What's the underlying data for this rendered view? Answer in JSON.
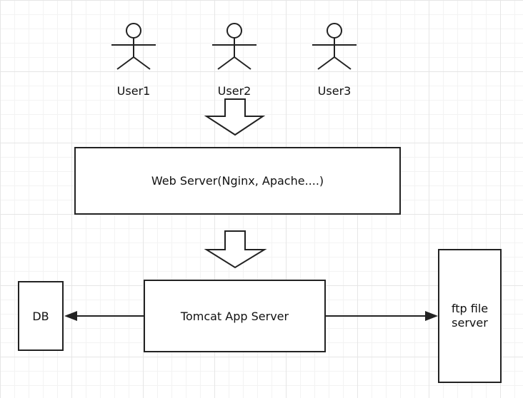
{
  "actors": [
    {
      "label": "User1"
    },
    {
      "label": "User2"
    },
    {
      "label": "User3"
    }
  ],
  "nodes": {
    "web_server": "Web Server(Nginx, Apache....)",
    "tomcat": "Tomcat App Server",
    "db": "DB",
    "ftp": "ftp file server"
  },
  "colors": {
    "stroke": "#222222",
    "grid": "#e6e6e6",
    "background": "#ffffff"
  }
}
